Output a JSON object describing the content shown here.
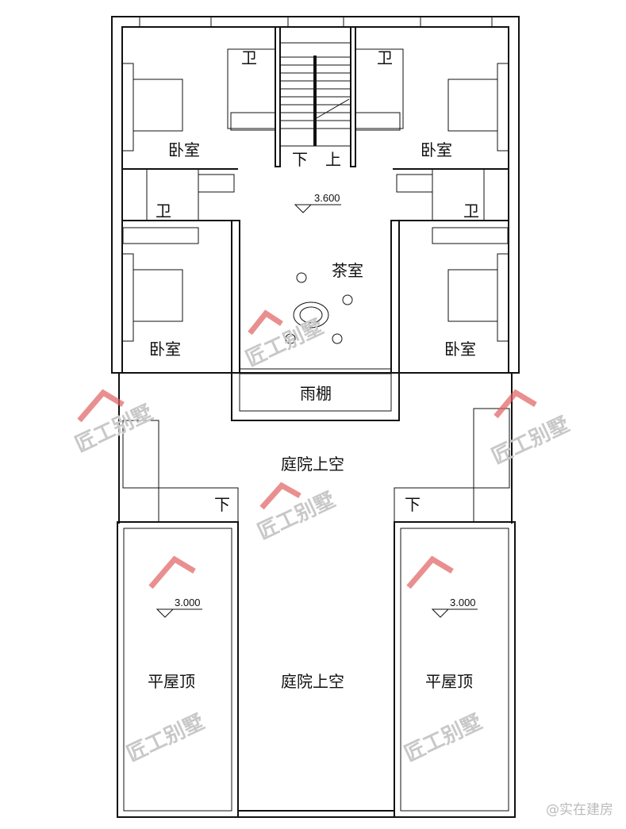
{
  "rooms": {
    "bedroom_tl": "卧室",
    "bedroom_tr": "卧室",
    "bedroom_bl": "卧室",
    "bedroom_br": "卧室",
    "bath_tl": "卫",
    "bath_tr": "卫",
    "bath_ml": "卫",
    "bath_mr": "卫",
    "tea_room": "茶室",
    "canopy": "雨棚",
    "courtyard_void_upper": "庭院上空",
    "courtyard_void_lower": "庭院上空",
    "flat_roof_left": "平屋顶",
    "flat_roof_right": "平屋顶"
  },
  "stairs": {
    "down": "下",
    "up": "上",
    "left_down": "下",
    "right_down": "下"
  },
  "elevations": {
    "floor": "3.600",
    "roof_left": "3.000",
    "roof_right": "3.000"
  },
  "watermark": "匠工别墅",
  "credit": "@实在建房",
  "colors": {
    "line": "#111111",
    "watermark_red": "#e06060"
  }
}
